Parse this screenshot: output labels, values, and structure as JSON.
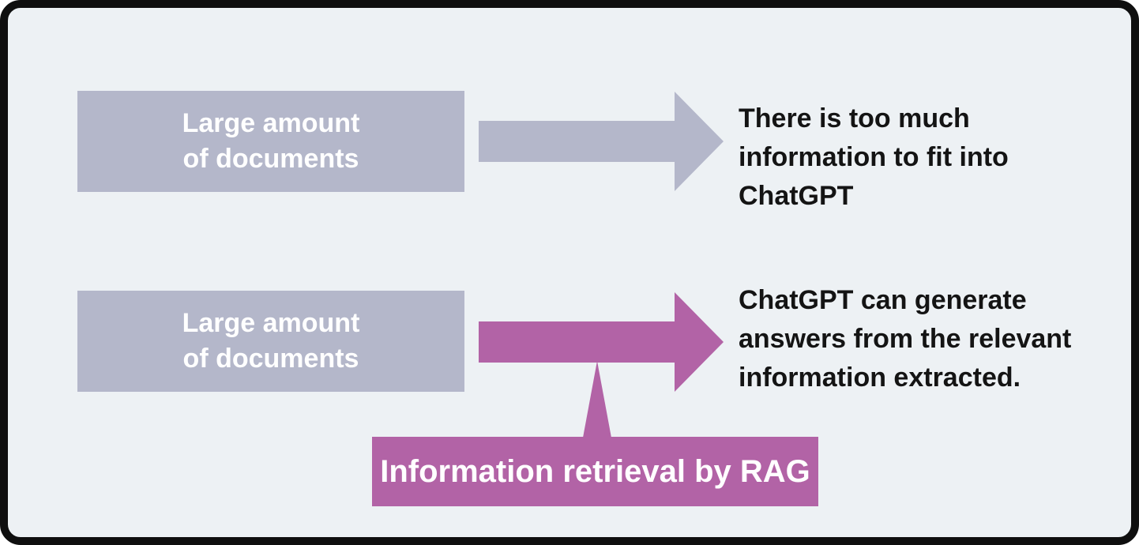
{
  "diagram": {
    "colors": {
      "panel_bg": "#edf1f4",
      "panel_border": "#0f0f0f",
      "box_fill": "#b4b7ca",
      "arrow_gray": "#b4b7ca",
      "arrow_magenta": "#b263a6",
      "callout_fill": "#b263a6",
      "box_text": "#ffffff",
      "body_text": "#141414"
    },
    "rows": [
      {
        "box_label": "Large amount\nof documents",
        "arrow": "gray-right-arrow",
        "result_text": "There is too much\ninformation to fit into\nChatGPT"
      },
      {
        "box_label": "Large amount\nof documents",
        "arrow": "magenta-right-arrow",
        "result_text": "ChatGPT can generate\nanswers from the relevant\ninformation extracted."
      }
    ],
    "callout": {
      "label": "Information retrieval by RAG"
    }
  }
}
